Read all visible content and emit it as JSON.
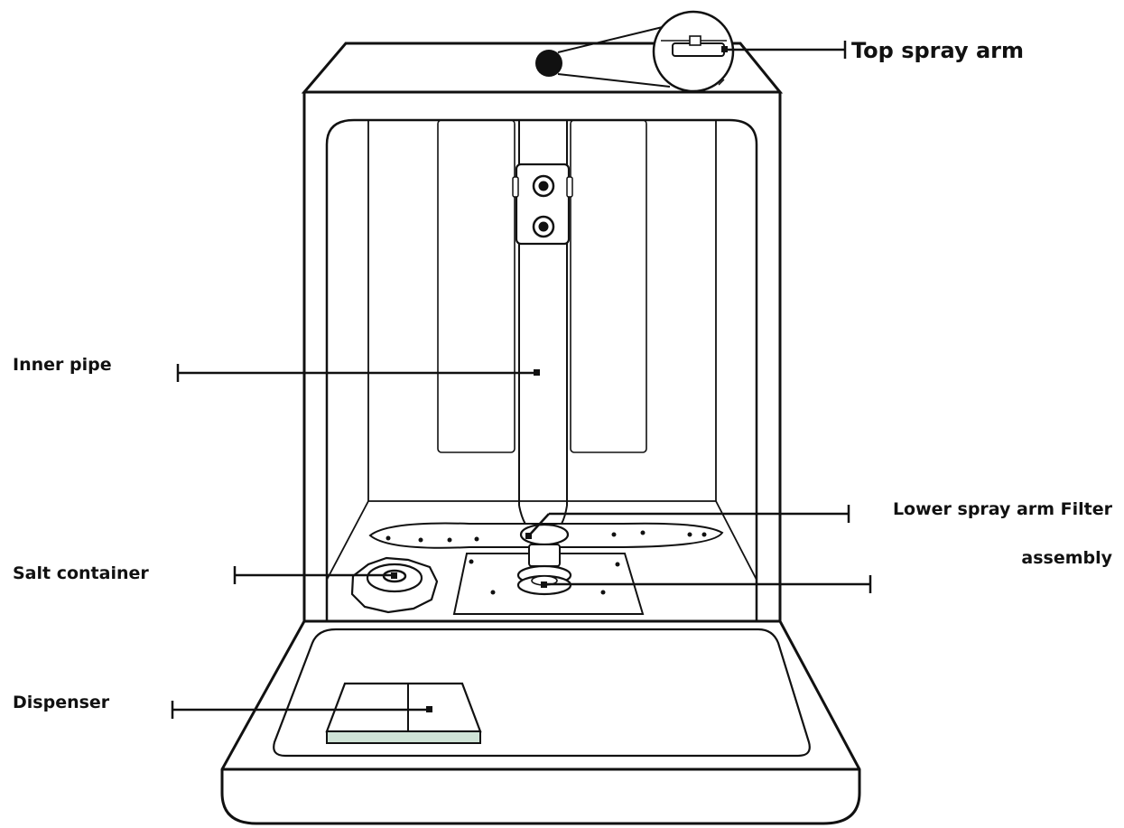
{
  "labels": {
    "top_spray_arm": "Top spray arm",
    "inner_pipe": "Inner pipe",
    "lower_spray_arm_line1": "Lower spray arm Filter",
    "lower_spray_arm_line2": "assembly",
    "salt_container": "Salt container",
    "dispenser": "Dispenser"
  },
  "colors": {
    "outline": "#111111",
    "background": "#ffffff",
    "dispenser_edge": "#cfe3d6"
  }
}
